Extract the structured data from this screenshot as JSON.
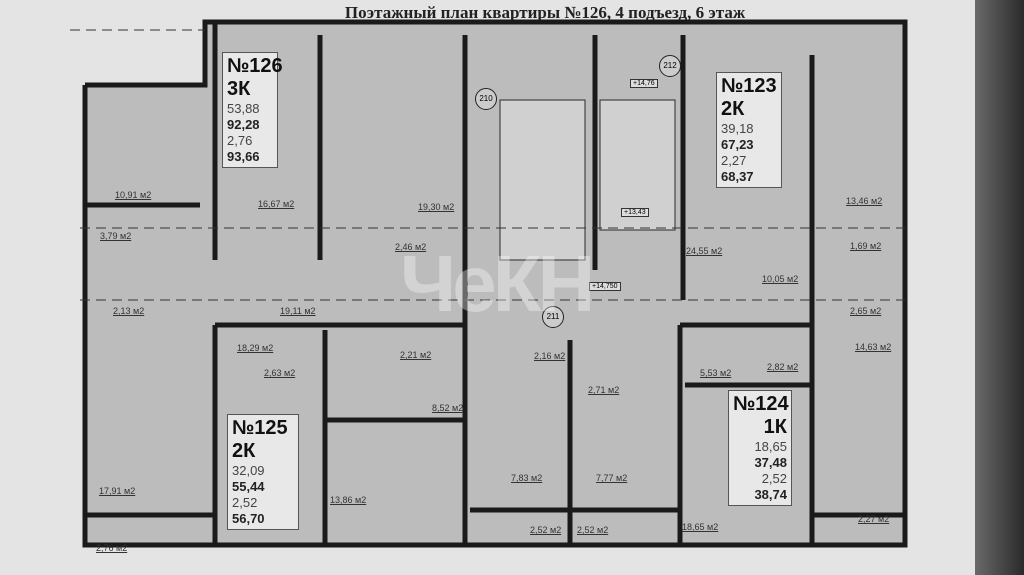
{
  "title": "Поэтажный план квартиры №126, 4 подъезд, 6 этаж",
  "watermark": "ЧеКН",
  "apartments": [
    {
      "number": "№126",
      "type": "3К",
      "values": [
        "53,88",
        "92,28",
        "2,76",
        "93,66"
      ]
    },
    {
      "number": "№123",
      "type": "2К",
      "values": [
        "39,18",
        "67,23",
        "2,27",
        "68,37"
      ]
    },
    {
      "number": "№125",
      "type": "2К",
      "values": [
        "32,09",
        "55,44",
        "2,52",
        "56,70"
      ]
    },
    {
      "number": "№124",
      "type": "1К",
      "values": [
        "18,65",
        "37,48",
        "2,52",
        "38,74"
      ]
    }
  ],
  "rooms": [
    "10,91 м2",
    "16,67 м2",
    "19,30 м2",
    "3,79 м2",
    "2,46 м2",
    "2,13 м2",
    "19,11 м2",
    "24,55 м2",
    "10,05 м2",
    "13,46 м2",
    "1,69 м2",
    "2,65 м2",
    "14,63 м2",
    "18,29 м2",
    "2,63 м2",
    "2,21 м2",
    "8,52 м2",
    "2,16 м2",
    "2,71 м2",
    "5,53 м2",
    "2,82 м2",
    "17,91 м2",
    "13,86 м2",
    "7,83 м2",
    "7,77 м2",
    "18,65 м2",
    "2,27 м2",
    "2,76 м2",
    "2,52 м2",
    "2,52 м2"
  ],
  "sections": [
    "210",
    "211",
    "212"
  ],
  "levels": [
    "+14,76",
    "+13,43",
    "+14,750"
  ]
}
